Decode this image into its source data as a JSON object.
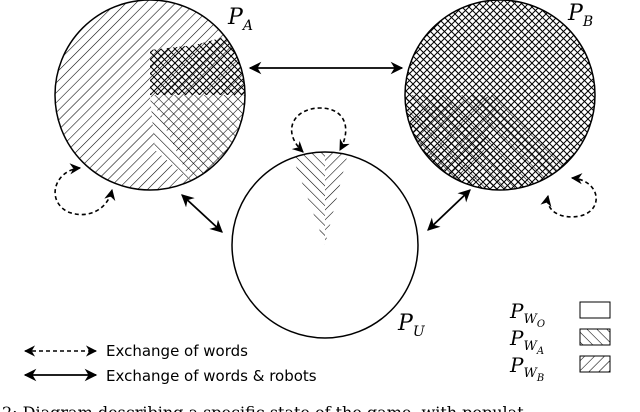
{
  "population_labels": {
    "A": {
      "main": "P",
      "sub": "A"
    },
    "B": {
      "main": "P",
      "sub": "B"
    },
    "U": {
      "main": "P",
      "sub": "U"
    }
  },
  "arrow_legend": [
    {
      "style": "dashed",
      "label": "Exchange of words"
    },
    {
      "style": "solid",
      "label": "Exchange of words & robots"
    }
  ],
  "pattern_legend": [
    {
      "main": "P",
      "sub": "W",
      "subsub": "O",
      "fill": "blank"
    },
    {
      "main": "P",
      "sub": "W",
      "subsub": "A",
      "fill": "forward-hatch"
    },
    {
      "main": "P",
      "sub": "W",
      "subsub": "B",
      "fill": "back-hatch"
    }
  ],
  "caption_fragment": "2: Diagram describing a specific state of the game, with populat"
}
